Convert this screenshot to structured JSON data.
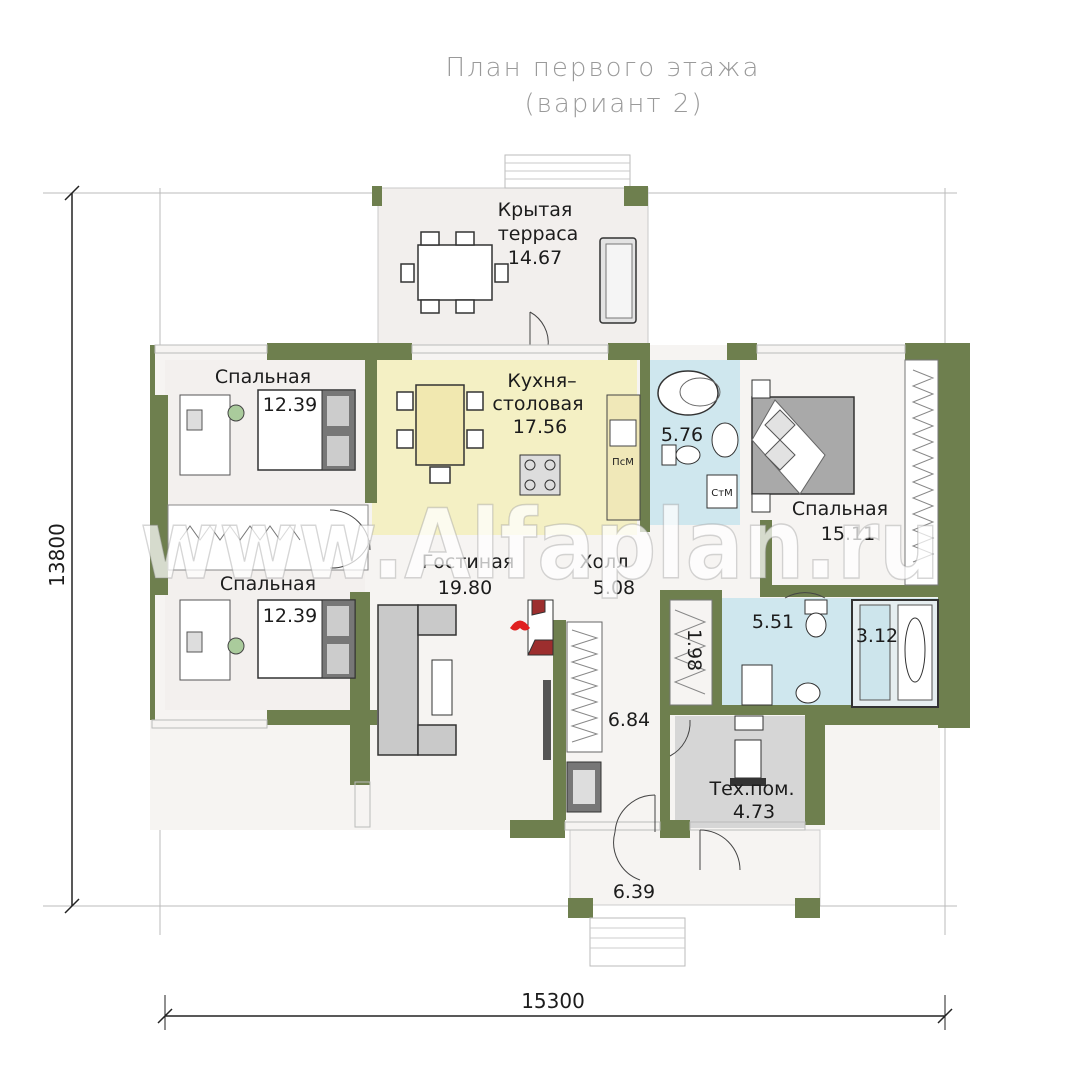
{
  "title": {
    "line1": "План первого этажа",
    "line2": "(вариант 2)"
  },
  "dimensions": {
    "width": "15300",
    "height": "13800"
  },
  "watermark": "www.Alfaplan.ru",
  "rooms": {
    "terrace": {
      "name1": "Крытая",
      "name2": "терраса",
      "area": "14.67"
    },
    "kitchen": {
      "name1": "Кухня–",
      "name2": "столовая",
      "area": "17.56"
    },
    "bath1": {
      "area": "5.76"
    },
    "bedroom1": {
      "name": "Спальная",
      "area": "12.39"
    },
    "bedroom2": {
      "name": "Спальная",
      "area": "12.39"
    },
    "bedroom3": {
      "name": "Спальная",
      "area": "15.11"
    },
    "living": {
      "name": "Гостиная",
      "area": "19.80"
    },
    "hall": {
      "name": "Холл",
      "area": "5.08"
    },
    "corridor": {
      "area": "6.84"
    },
    "closet": {
      "area": "1.98"
    },
    "bath2": {
      "area": "5.51"
    },
    "shower": {
      "area": "3.12"
    },
    "tech": {
      "name": "Тех.пом.",
      "area": "4.73"
    },
    "porch": {
      "area": "6.39"
    }
  },
  "appliance_labels": {
    "dishwasher": "ПсМ",
    "washer": "СтМ"
  },
  "colors": {
    "wall": "#6e7f4e",
    "kitchen": "#f4f0c4",
    "bath": "#cfe7ee",
    "tech": "#d6d6d6",
    "floor": "#f6f4f2",
    "terrace": "#f2efed"
  }
}
